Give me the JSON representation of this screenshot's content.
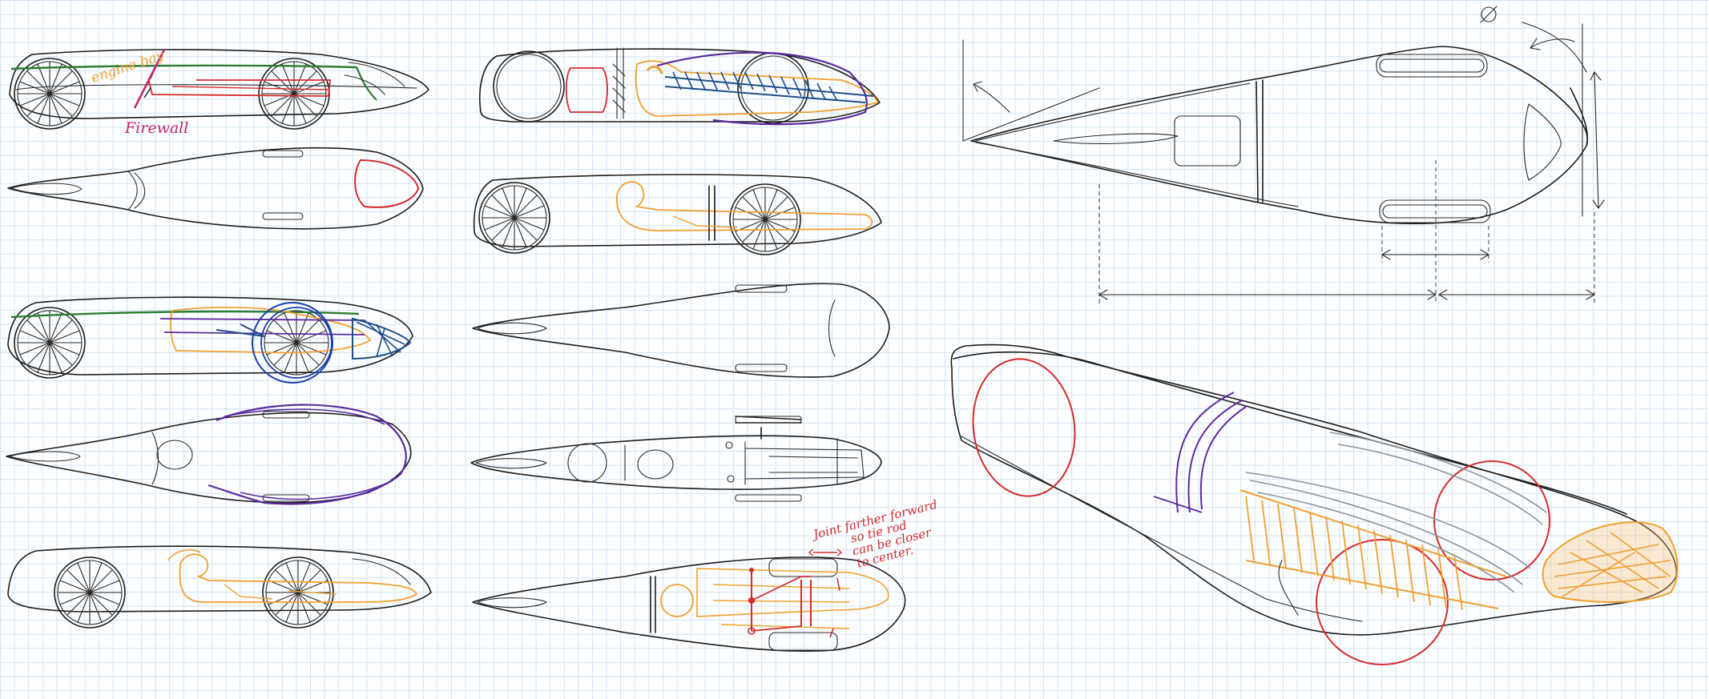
{
  "annotations": {
    "engine_bay": "engine bay",
    "firewall": "Firewall",
    "joint_note_line1": "Joint farther forward",
    "joint_note_line2": "so tie rod",
    "joint_note_line3": "can be closer",
    "joint_note_line4": "to center."
  },
  "colors": {
    "ink": "#1c1c1c",
    "orange": "#f0a030",
    "red": "#d42b2b",
    "magenta": "#c2266e",
    "green": "#2e7d32",
    "blue": "#1a3fb0",
    "navy": "#1d4f8a",
    "purple": "#5b2b9e",
    "gray": "#8a949c",
    "grid": "#cfe3f3"
  },
  "icons": [
    "pencil-sketch",
    "wheel-sketch",
    "driver-figure-sketch"
  ]
}
